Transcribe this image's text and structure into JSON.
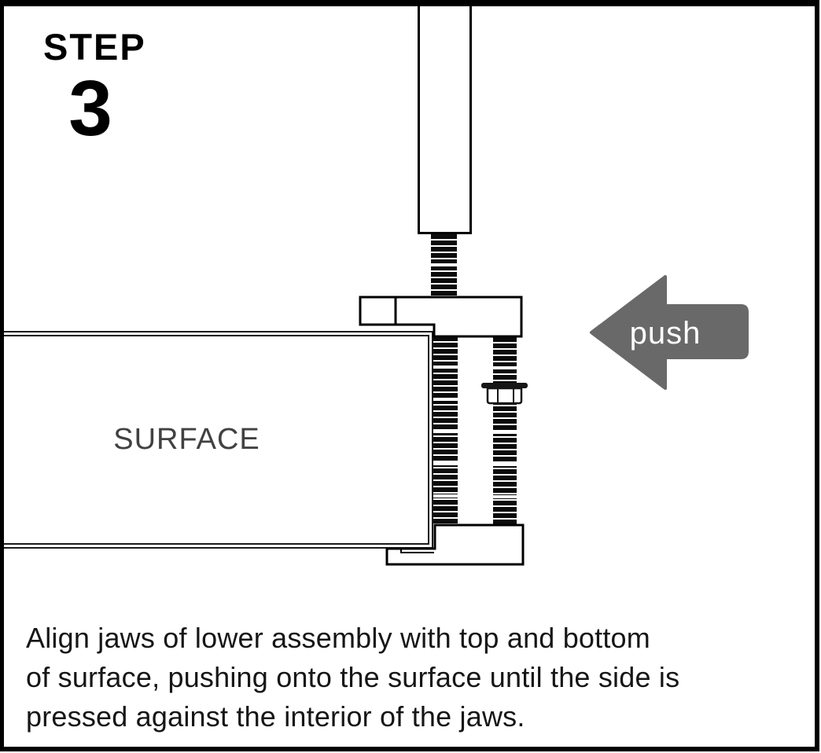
{
  "step": {
    "label": "STEP",
    "number": "3"
  },
  "diagram": {
    "surface_label": "SURFACE",
    "arrow": {
      "label": "push",
      "direction": "left"
    }
  },
  "instructions": {
    "lines": [
      "Align jaws of lower assembly with top and bottom",
      "of surface, pushing onto the surface until the side is",
      "pressed against the interior of the jaws."
    ]
  },
  "colors": {
    "outline": "#000000",
    "arrow_gray": "#696969",
    "instruction_text": "#161616",
    "surface_text": "#414141"
  }
}
